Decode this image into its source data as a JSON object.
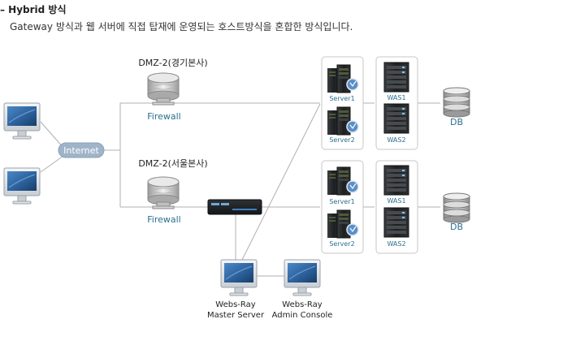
{
  "header": {
    "title": "– Hybrid 방식",
    "description": "Gateway 방식과 웹 서버에 직접 탑재에 운영되는 호스트방식을 혼합한 방식입니다."
  },
  "internet": {
    "label": "Internet"
  },
  "dmz_top": {
    "title": "DMZ-2(경기본사)",
    "firewall_label": "Firewall"
  },
  "dmz_bottom": {
    "title": "DMZ-2(서울본사)",
    "firewall_label": "Firewall"
  },
  "top_cluster": {
    "servers": [
      "Server1",
      "Server2"
    ],
    "was": [
      "WAS1",
      "WAS2"
    ],
    "db_label": "DB"
  },
  "bottom_cluster": {
    "servers": [
      "Server1",
      "Server2"
    ],
    "was": [
      "WAS1",
      "WAS2"
    ],
    "db_label": "DB"
  },
  "consoles": {
    "master": {
      "line1": "Webs-Ray",
      "line2": "Master Server"
    },
    "admin": {
      "line1": "Webs-Ray",
      "line2": "Admin Console"
    }
  },
  "colors": {
    "line": "#b0b0b0",
    "internet_fill": "#9fb4c8",
    "firewall_text": "#2a6f8f",
    "server_label": "#2a6f8f",
    "box_border": "#c7c7c7"
  }
}
